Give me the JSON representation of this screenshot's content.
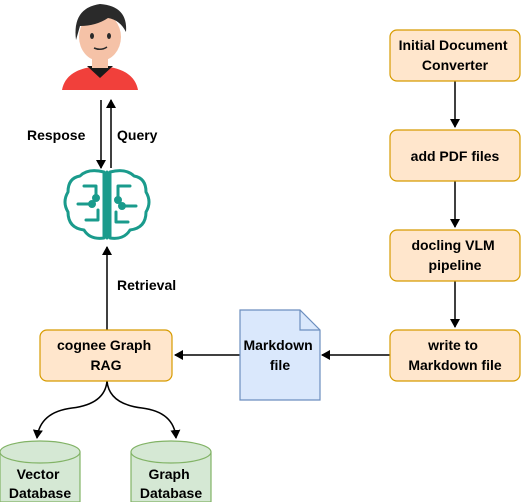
{
  "colors": {
    "process_fill": "#ffe6cc",
    "process_stroke": "#d79b00",
    "doc_fill": "#dae8fc",
    "doc_stroke": "#6c8ebf",
    "db_fill": "#d5e8d4",
    "db_stroke": "#82b366",
    "brain": "#1a9b8c"
  },
  "icons": {
    "user": "user-avatar-icon",
    "llm": "ai-brain-icon"
  },
  "pipeline": {
    "initial_converter": [
      "Initial Document",
      "Converter"
    ],
    "add_pdf": [
      "add PDF files"
    ],
    "docling": [
      "docling VLM",
      "pipeline"
    ],
    "write_markdown": [
      "write to",
      "Markdown file"
    ]
  },
  "markdown_doc": [
    "Markdown",
    "file"
  ],
  "rag": [
    "cognee Graph",
    "RAG"
  ],
  "databases": {
    "vector": [
      "Vector",
      "Database"
    ],
    "graph": [
      "Graph",
      "Database"
    ]
  },
  "edge_labels": {
    "response": "Respose",
    "query": "Query",
    "retrieval": "Retrieval"
  }
}
